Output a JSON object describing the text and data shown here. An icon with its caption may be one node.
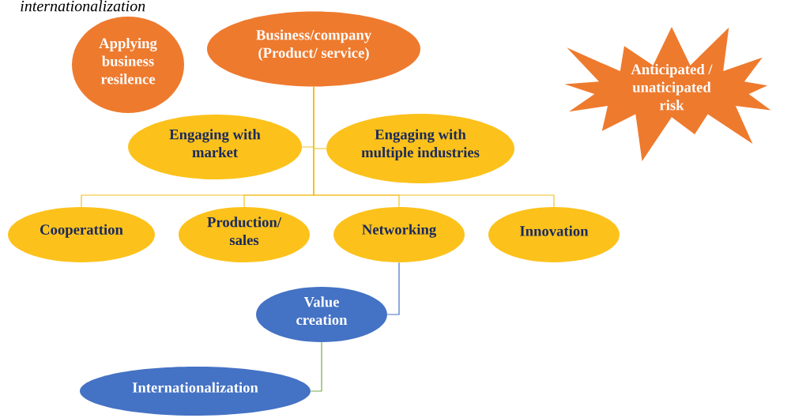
{
  "diagram": {
    "nodes": [
      {
        "text": [
          "Business/company (Product/ service)"
        ]
      },
      {
        "text": [
          "Applying business resilence"
        ]
      },
      {
        "text": [
          "Engaging with market"
        ]
      },
      {
        "text": [
          "Engaging with multiple industries"
        ]
      },
      {
        "text": [
          "Cooperattion"
        ]
      },
      {
        "text": [
          "Production/ sales"
        ]
      },
      {
        "text": [
          "Networking"
        ]
      },
      {
        "text": [
          "Innovation"
        ]
      },
      {
        "text": [
          "Value creation"
        ]
      },
      {
        "text": [
          "Internationalization"
        ]
      },
      {
        "text": [
          "Anticipated / unaticipated risk"
        ]
      }
    ],
    "edges": [
      {
        "from": 0,
        "to": 2,
        "arrow": "none"
      },
      {
        "from": 0,
        "to": 3,
        "arrow": "none"
      },
      {
        "from": 0,
        "to": 4,
        "arrow": "none"
      },
      {
        "from": 0,
        "to": 5,
        "arrow": "none"
      },
      {
        "from": 0,
        "to": 6,
        "arrow": "none"
      },
      {
        "from": 0,
        "to": 7,
        "arrow": "none"
      },
      {
        "from": 6,
        "to": 8,
        "arrow": "none",
        "color": "#4472c4"
      },
      {
        "from": 8,
        "to": 9,
        "arrow": "none",
        "color": "#70ad47"
      }
    ],
    "labels": [
      "internationalization"
    ]
  }
}
